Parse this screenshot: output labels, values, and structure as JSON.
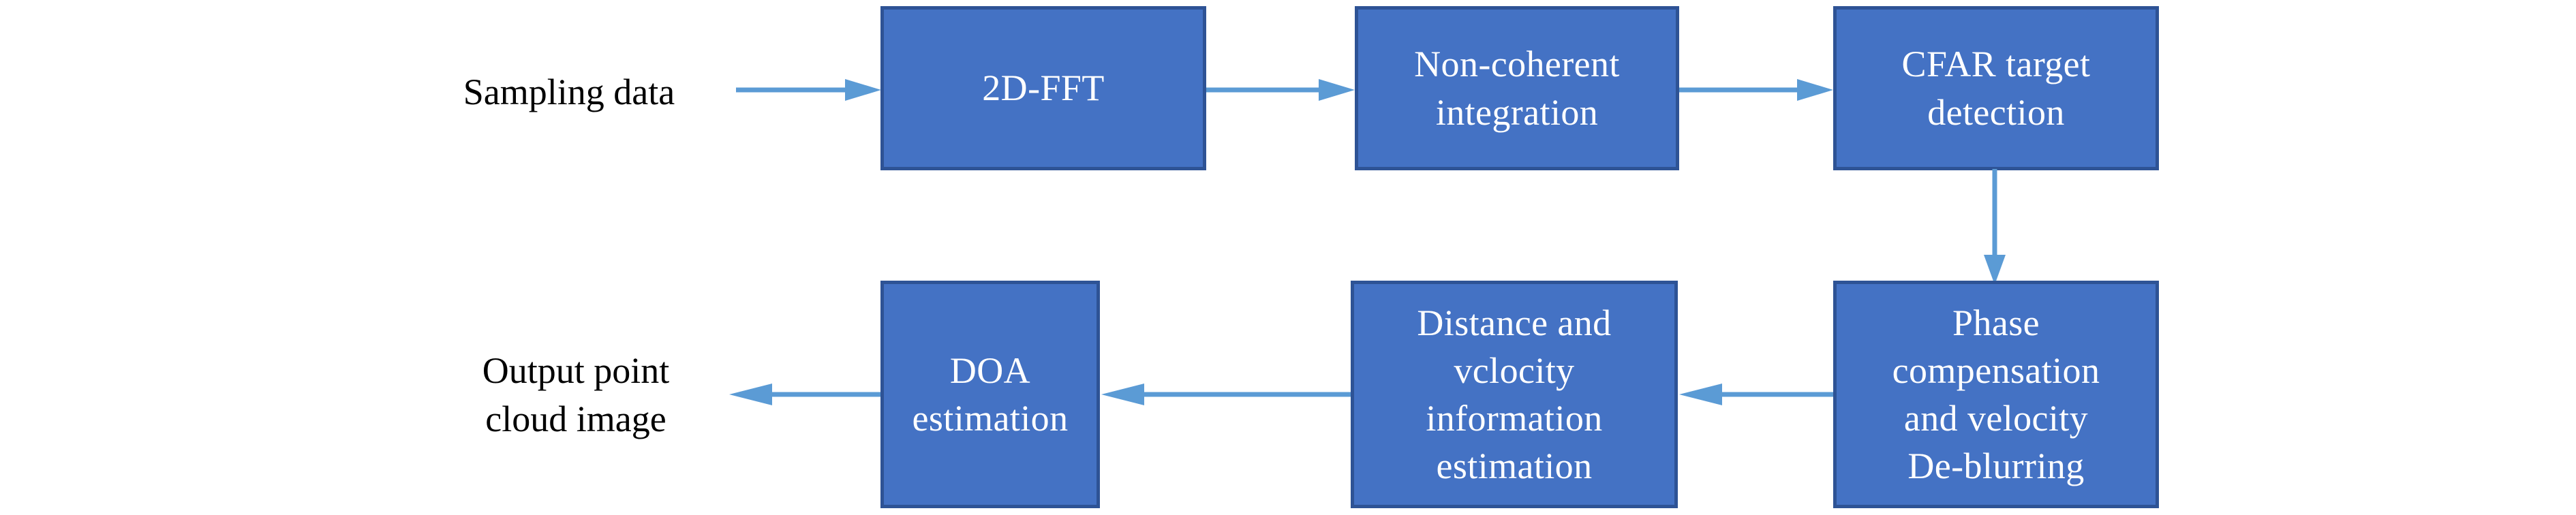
{
  "diagram": {
    "title": "Radar signal processing pipeline flowchart",
    "colors": {
      "box_fill": "#4472C4",
      "box_border": "#2E5395",
      "box_text": "#FFFFFF",
      "arrow": "#5B9BD5",
      "label_text": "#000000",
      "background": "#FFFFFF"
    },
    "labels": [
      {
        "id": "sampling-data",
        "text": "Sampling data"
      },
      {
        "id": "output-point-cloud-image",
        "text": "Output point\ncloud image"
      }
    ],
    "nodes": [
      {
        "id": "node-2d-fft",
        "text": "2D-FFT"
      },
      {
        "id": "node-non-coherent",
        "text": "Non-coherent\nintegration"
      },
      {
        "id": "node-cfar",
        "text": "CFAR target\ndetection"
      },
      {
        "id": "node-phase-compensation",
        "text": "Phase\ncompensation\nand velocity\nDe-blurring"
      },
      {
        "id": "node-distance-velocity",
        "text": "Distance and\nvclocity\ninformation\nestimation"
      },
      {
        "id": "node-doa",
        "text": "DOA\nestimation"
      }
    ],
    "connectors": [
      {
        "id": "arrow-sampling-to-fft",
        "from": "sampling-data",
        "to": "node-2d-fft",
        "direction": "right"
      },
      {
        "id": "arrow-fft-to-noncoherent",
        "from": "node-2d-fft",
        "to": "node-non-coherent",
        "direction": "right"
      },
      {
        "id": "arrow-noncoherent-to-cfar",
        "from": "node-non-coherent",
        "to": "node-cfar",
        "direction": "right"
      },
      {
        "id": "arrow-cfar-to-phase",
        "from": "node-cfar",
        "to": "node-phase-compensation",
        "direction": "down"
      },
      {
        "id": "arrow-phase-to-distance",
        "from": "node-phase-compensation",
        "to": "node-distance-velocity",
        "direction": "left"
      },
      {
        "id": "arrow-distance-to-doa",
        "from": "node-distance-velocity",
        "to": "node-doa",
        "direction": "left"
      },
      {
        "id": "arrow-doa-to-output",
        "from": "node-doa",
        "to": "output-point-cloud-image",
        "direction": "left"
      }
    ]
  }
}
